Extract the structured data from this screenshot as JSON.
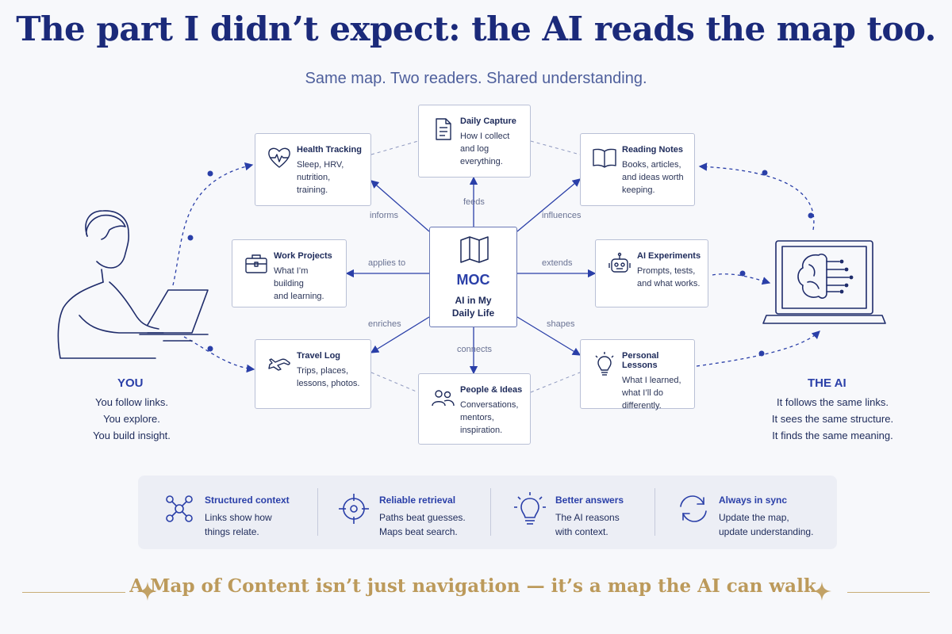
{
  "title": "The part I didn’t expect: the AI reads the map too.",
  "subtitle": "Same map. Two readers. Shared understanding.",
  "center": {
    "title": "MOC",
    "subtitle": "AI in My\nDaily Life",
    "icon": "map-icon"
  },
  "nodes": {
    "daily_capture": {
      "title": "Daily Capture",
      "desc": "How I collect\nand log\neverything.",
      "icon": "document-icon"
    },
    "health_tracking": {
      "title": "Health Tracking",
      "desc": "Sleep, HRV,\nnutrition,\ntraining.",
      "icon": "heart-pulse-icon"
    },
    "reading_notes": {
      "title": "Reading Notes",
      "desc": "Books, articles,\nand ideas worth\nkeeping.",
      "icon": "open-book-icon"
    },
    "work_projects": {
      "title": "Work Projects",
      "desc": "What I’m building\nand learning.",
      "icon": "briefcase-icon"
    },
    "ai_experiments": {
      "title": "AI Experiments",
      "desc": "Prompts, tests,\nand what works.",
      "icon": "robot-icon"
    },
    "travel_log": {
      "title": "Travel Log",
      "desc": "Trips, places,\nlessons, photos.",
      "icon": "airplane-icon"
    },
    "people_ideas": {
      "title": "People & Ideas",
      "desc": "Conversations,\nmentors,\ninspiration.",
      "icon": "people-icon"
    },
    "personal_lessons": {
      "title": "Personal Lessons",
      "desc": "What I learned,\nwhat I’ll do\ndifferently.",
      "icon": "lightbulb-icon"
    }
  },
  "edges": {
    "feeds": "feeds",
    "informs": "informs",
    "influences": "influences",
    "applies_to": "applies to",
    "extends": "extends",
    "enriches": "enriches",
    "shapes": "shapes",
    "connects": "connects"
  },
  "you": {
    "title": "YOU",
    "lines": "You follow links.\nYou explore.\nYou build insight."
  },
  "ai": {
    "title": "THE AI",
    "lines": "It follows the same links.\nIt sees the same structure.\nIt finds the same meaning."
  },
  "benefits": [
    {
      "title": "Structured context",
      "desc": "Links show how\nthings relate.",
      "icon": "network-icon"
    },
    {
      "title": "Reliable retrieval",
      "desc": "Paths beat guesses.\nMaps beat search.",
      "icon": "target-icon"
    },
    {
      "title": "Better answers",
      "desc": "The AI reasons\nwith context.",
      "icon": "lightbulb-icon"
    },
    {
      "title": "Always in sync",
      "desc": "Update the map,\nupdate understanding.",
      "icon": "sync-icon"
    }
  ],
  "tagline": "A Map of Content isn’t just navigation — it’s a map the AI can walk.",
  "colors": {
    "navy": "#1b2a7a",
    "accent": "#2a3fa8",
    "gold": "#bc9a5b",
    "background": "#f7f8fb"
  }
}
